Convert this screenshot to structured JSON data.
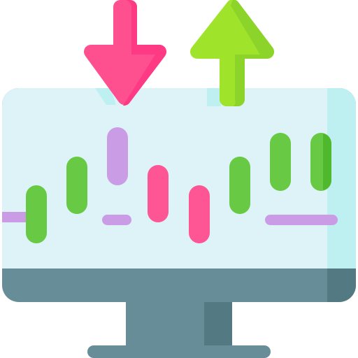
{
  "icon": {
    "name": "stock-market-monitor-icon",
    "colors": {
      "screen": "#DDF3F8",
      "screen_shade": "#BEF0F2",
      "bezel": "#678D98",
      "bezel_shade": "#537983",
      "stand": "#678D98",
      "stand_shade": "#537983",
      "down_arrow": "#FE4F8F",
      "down_arrow_shade": "#FE3A84",
      "up_arrow": "#A0E32B",
      "up_arrow_shade": "#8CD429",
      "green_candle": "#68C944",
      "green_candle_shade": "#4FB82D",
      "pink_candle": "#FE5694",
      "purple_candle": "#CA9CE6"
    },
    "trend_indicators": [
      {
        "name": "down-arrow-icon",
        "direction": "down"
      },
      {
        "name": "up-arrow-icon",
        "direction": "up"
      }
    ],
    "candles": [
      {
        "name": "candle-1",
        "color": "green"
      },
      {
        "name": "candle-2",
        "color": "green"
      },
      {
        "name": "candle-3",
        "color": "purple"
      },
      {
        "name": "candle-4",
        "color": "pink"
      },
      {
        "name": "candle-5",
        "color": "pink"
      },
      {
        "name": "candle-6",
        "color": "green"
      },
      {
        "name": "candle-7",
        "color": "green"
      },
      {
        "name": "candle-8",
        "color": "green"
      }
    ]
  }
}
